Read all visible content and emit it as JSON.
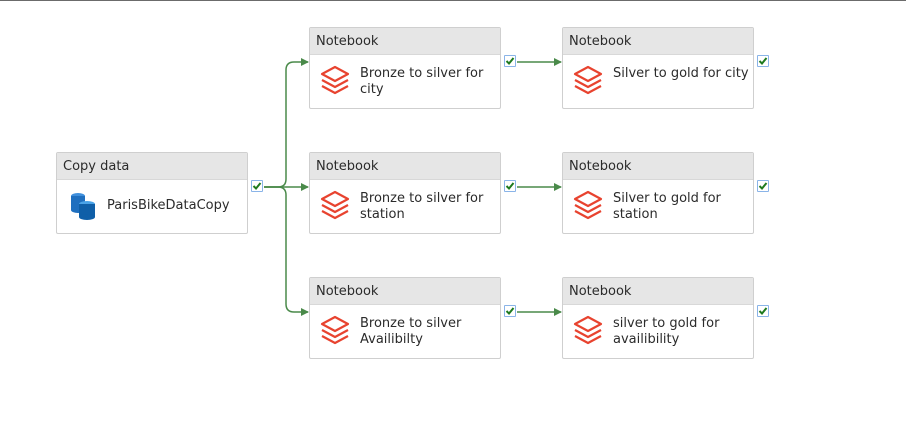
{
  "pipeline": {
    "copy_activity": {
      "type": "Copy data",
      "name": "ParisBikeDataCopy",
      "icon": "copy-data-icon"
    },
    "notebooks": [
      {
        "type": "Notebook",
        "name": "Bronze to silver for city",
        "icon": "databricks-notebook-icon"
      },
      {
        "type": "Notebook",
        "name": "Silver to gold for city",
        "icon": "databricks-notebook-icon"
      },
      {
        "type": "Notebook",
        "name": "Bronze to silver for station",
        "icon": "databricks-notebook-icon"
      },
      {
        "type": "Notebook",
        "name": "Silver to gold for station",
        "icon": "databricks-notebook-icon"
      },
      {
        "type": "Notebook",
        "name": "Bronze to silver Availibilty",
        "icon": "databricks-notebook-icon"
      },
      {
        "type": "Notebook",
        "name": "silver to gold for availibility",
        "icon": "databricks-notebook-icon"
      }
    ],
    "colors": {
      "connector": "#4a8a4a",
      "success_check": "#1e7a1e",
      "notebook_icon": "#e8432f",
      "copy_icon": "#1f6fbf"
    }
  }
}
